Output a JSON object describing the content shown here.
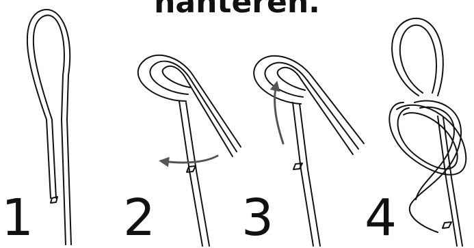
{
  "header": {
    "title": "hanteren."
  },
  "steps": [
    {
      "number": "1",
      "illustration": "rope-loop"
    },
    {
      "number": "2",
      "illustration": "rope-loop-cross-over-arrow-left"
    },
    {
      "number": "3",
      "illustration": "rope-wrap-arrow-up"
    },
    {
      "number": "4",
      "illustration": "figure-eight-knot"
    }
  ],
  "colors": {
    "ink": "#111111",
    "background": "#ffffff",
    "arrow": "#555555"
  }
}
